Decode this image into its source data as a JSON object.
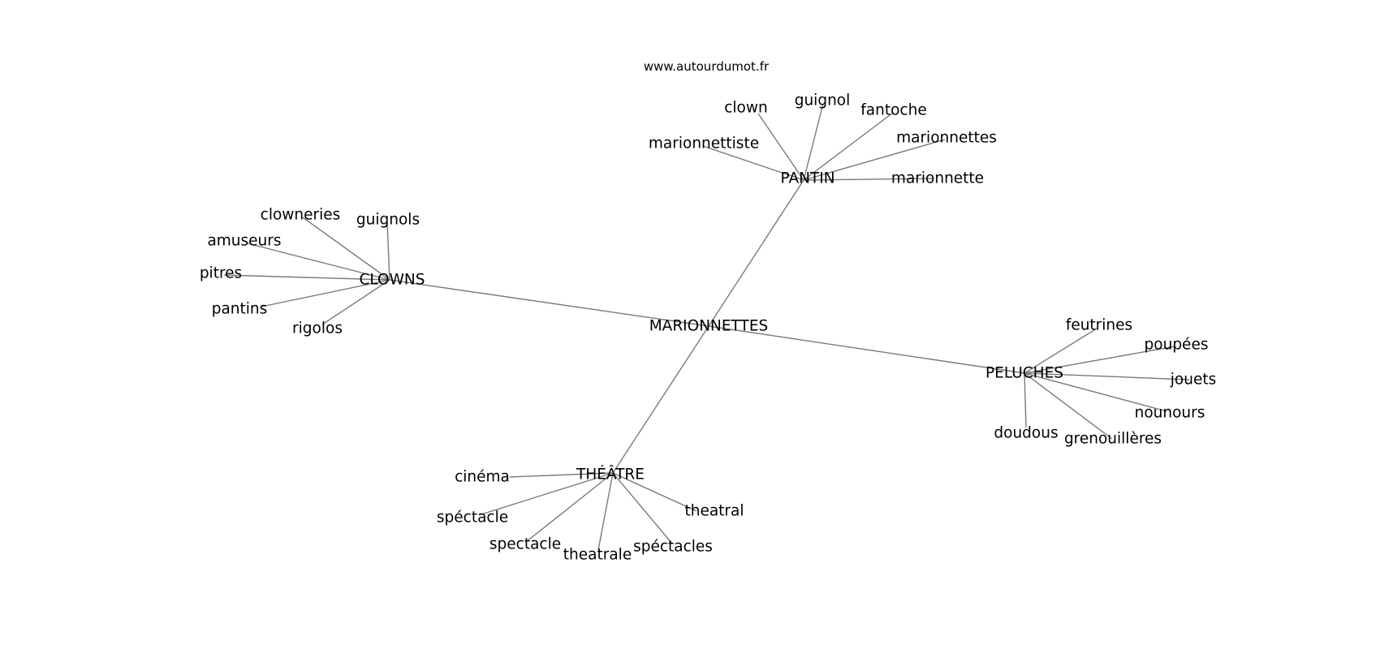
{
  "watermark": "www.autourdumot.fr",
  "graph": {
    "center": "MARIONNETTES",
    "clusters": [
      {
        "hub": "PANTIN",
        "leaves": [
          "clown",
          "guignol",
          "fantoche",
          "marionnettiste",
          "marionnettes",
          "marionnette"
        ]
      },
      {
        "hub": "CLOWNS",
        "leaves": [
          "clowneries",
          "guignols",
          "amuseurs",
          "pitres",
          "pantins",
          "rigolos"
        ]
      },
      {
        "hub": "PELUCHES",
        "leaves": [
          "feutrines",
          "poupées",
          "jouets",
          "nounours",
          "doudous",
          "grenouillères"
        ]
      },
      {
        "hub": "THÉÂTRE",
        "leaves": [
          "cinéma",
          "spéctacle",
          "spectacle",
          "theatrale",
          "spéctacles",
          "theatral"
        ]
      }
    ]
  },
  "colors": {
    "edge": "#7a7a7a",
    "text": "#000000",
    "background": "#ffffff"
  }
}
